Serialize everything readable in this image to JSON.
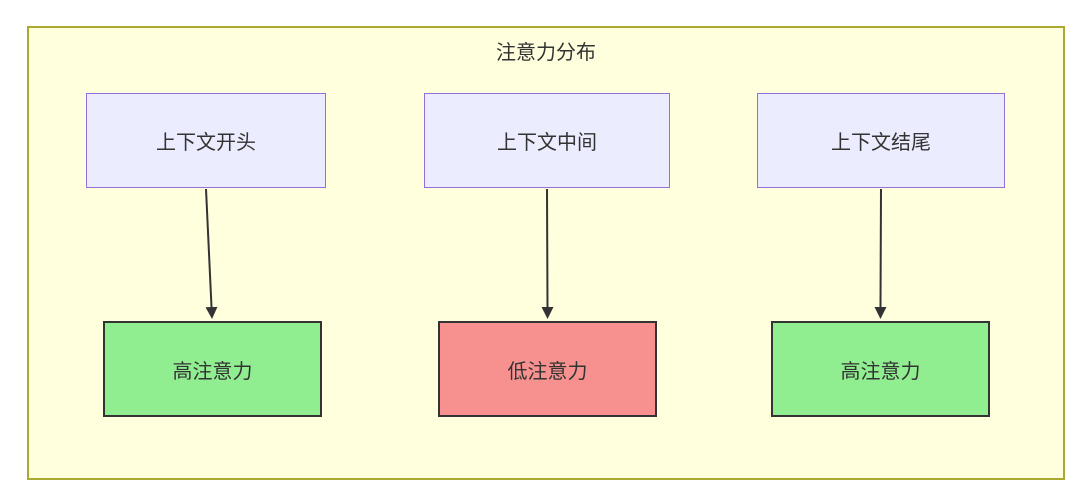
{
  "diagram": {
    "title": "注意力分布",
    "cluster": {
      "fill": "#ffffde",
      "border": "#aaaa33"
    },
    "text_color": "#333333",
    "arrow_color": "#333333",
    "top_nodes": [
      {
        "id": "context-start",
        "label": "上下文开头",
        "fill": "#ececff",
        "border": "#9370db"
      },
      {
        "id": "context-middle",
        "label": "上下文中间",
        "fill": "#ececff",
        "border": "#9370db"
      },
      {
        "id": "context-end",
        "label": "上下文结尾",
        "fill": "#ececff",
        "border": "#9370db"
      }
    ],
    "bottom_nodes": [
      {
        "id": "high-attention-left",
        "label": "高注意力",
        "fill": "#90ee90",
        "border": "#333333"
      },
      {
        "id": "low-attention-middle",
        "label": "低注意力",
        "fill": "#f6918f",
        "border": "#333333"
      },
      {
        "id": "high-attention-right",
        "label": "高注意力",
        "fill": "#90ee90",
        "border": "#333333"
      }
    ],
    "edges": [
      {
        "from": "context-start",
        "to": "high-attention-left"
      },
      {
        "from": "context-middle",
        "to": "low-attention-middle"
      },
      {
        "from": "context-end",
        "to": "high-attention-right"
      }
    ]
  }
}
